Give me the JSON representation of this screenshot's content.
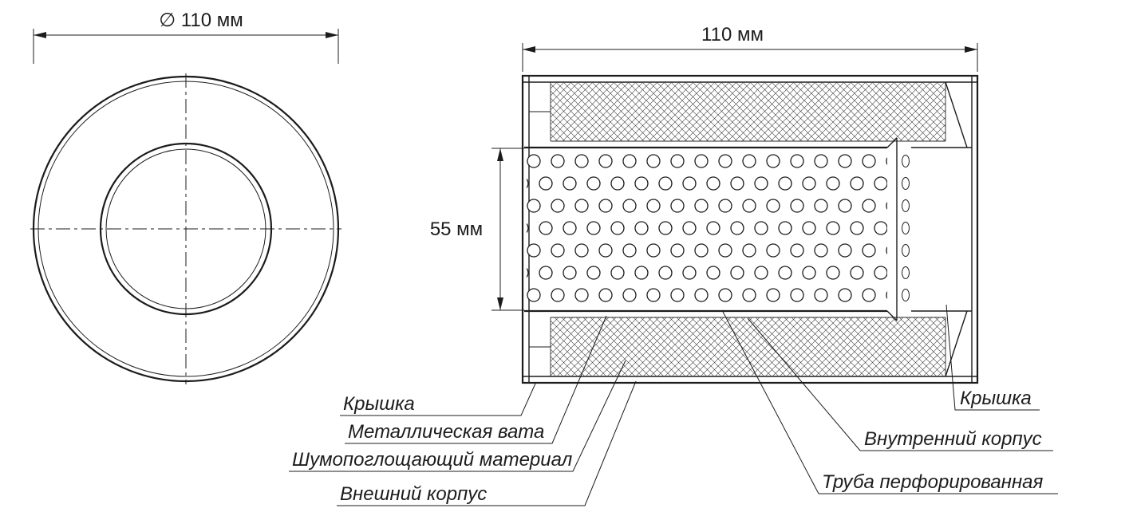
{
  "drawing": {
    "front_view": {
      "diameter_dimension": "∅ 110 мм"
    },
    "section_view": {
      "length_dimension": "110 мм",
      "bore_dimension": "55 мм"
    },
    "callouts": {
      "cap_left": "Крышка",
      "metal_wool": "Металлическая вата",
      "sound_absorbing_material": "Шумопоглощающий материал",
      "outer_casing": "Внешний корпус",
      "cap_right": "Крышка",
      "inner_casing": "Внутренний корпус",
      "perforated_tube": "Труба перфорированная"
    },
    "colors": {
      "line": "#1c1c1c",
      "background": "#ffffff"
    }
  }
}
